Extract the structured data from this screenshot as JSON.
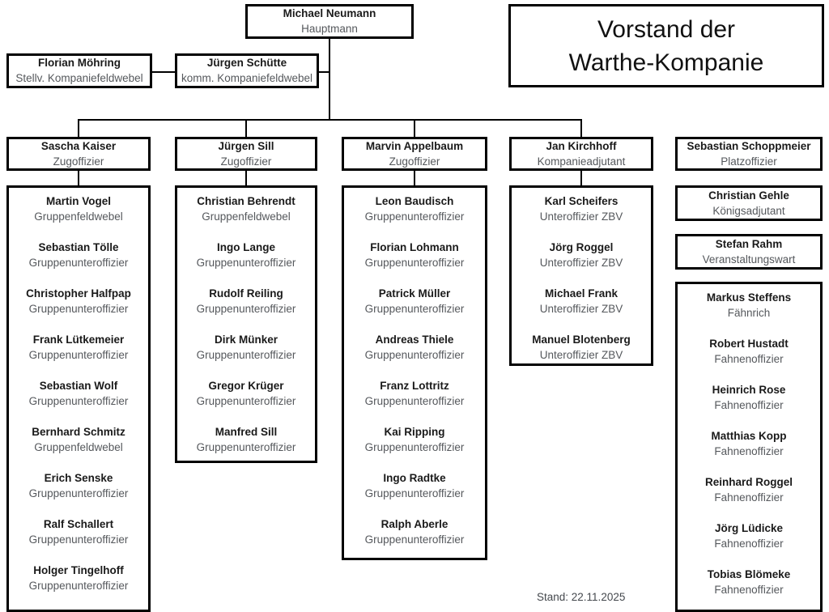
{
  "title": {
    "line1": "Vorstand der",
    "line2": "Warthe-Kompanie"
  },
  "commander": {
    "name": "Michael Neumann",
    "rank": "Hauptmann"
  },
  "staff": [
    {
      "name": "Florian Möhring",
      "rank": "Stellv. Kompaniefeldwebel"
    },
    {
      "name": "Jürgen Schütte",
      "rank": "komm. Kompaniefeldwebel"
    }
  ],
  "heads": [
    {
      "name": "Sascha Kaiser",
      "rank": "Zugoffizier"
    },
    {
      "name": "Jürgen Sill",
      "rank": "Zugoffizier"
    },
    {
      "name": "Marvin Appelbaum",
      "rank": "Zugoffizier"
    },
    {
      "name": "Jan Kirchhoff",
      "rank": "Kompanieadjutant"
    },
    {
      "name": "Sebastian Schoppmeier",
      "rank": "Platzoffizier"
    }
  ],
  "columns": [
    {
      "members": [
        {
          "name": "Martin Vogel",
          "rank": "Gruppenfeldwebel"
        },
        {
          "name": "Sebastian Tölle",
          "rank": "Gruppenunteroffizier"
        },
        {
          "name": "Christopher Halfpap",
          "rank": "Gruppenunteroffizier"
        },
        {
          "name": "Frank Lütkemeier",
          "rank": "Gruppenunteroffizier"
        },
        {
          "name": "Sebastian Wolf",
          "rank": "Gruppenunteroffizier"
        },
        {
          "name": "Bernhard Schmitz",
          "rank": "Gruppenfeldwebel"
        },
        {
          "name": "Erich Senske",
          "rank": "Gruppenunteroffizier"
        },
        {
          "name": "Ralf Schallert",
          "rank": "Gruppenunteroffizier"
        },
        {
          "name": "Holger Tingelhoff",
          "rank": "Gruppenunteroffizier"
        }
      ]
    },
    {
      "members": [
        {
          "name": "Christian Behrendt",
          "rank": "Gruppenfeldwebel"
        },
        {
          "name": "Ingo Lange",
          "rank": "Gruppenunteroffizier"
        },
        {
          "name": "Rudolf Reiling",
          "rank": "Gruppenunteroffizier"
        },
        {
          "name": "Dirk Münker",
          "rank": "Gruppenunteroffizier"
        },
        {
          "name": "Gregor Krüger",
          "rank": "Gruppenunteroffizier"
        },
        {
          "name": "Manfred Sill",
          "rank": "Gruppenunteroffizier"
        }
      ]
    },
    {
      "members": [
        {
          "name": "Leon Baudisch",
          "rank": "Gruppenunteroffizier"
        },
        {
          "name": "Florian Lohmann",
          "rank": "Gruppenunteroffizier"
        },
        {
          "name": "Patrick Müller",
          "rank": "Gruppenunteroffizier"
        },
        {
          "name": "Andreas Thiele",
          "rank": "Gruppenunteroffizier"
        },
        {
          "name": "Franz Lottritz",
          "rank": "Gruppenunteroffizier"
        },
        {
          "name": "Kai Ripping",
          "rank": "Gruppenunteroffizier"
        },
        {
          "name": "Ingo Radtke",
          "rank": "Gruppenunteroffizier"
        },
        {
          "name": "Ralph Aberle",
          "rank": "Gruppenunteroffizier"
        }
      ]
    },
    {
      "members": [
        {
          "name": "Karl Scheifers",
          "rank": "Unteroffizier ZBV"
        },
        {
          "name": "Jörg Roggel",
          "rank": "Unteroffizier ZBV"
        },
        {
          "name": "Michael Frank",
          "rank": "Unteroffizier ZBV"
        },
        {
          "name": "Manuel Blotenberg",
          "rank": "Unteroffizier ZBV"
        }
      ]
    }
  ],
  "aside": {
    "koenigsadjutant": {
      "name": "Christian Gehle",
      "rank": "Königsadjutant"
    },
    "veranstaltungswart": {
      "name": "Stefan Rahm",
      "rank": "Veranstaltungswart"
    },
    "fahnen": {
      "members": [
        {
          "name": "Markus Steffens",
          "rank": "Fähnrich"
        },
        {
          "name": "Robert Hustadt",
          "rank": "Fahnenoffizier"
        },
        {
          "name": "Heinrich Rose",
          "rank": "Fahnenoffizier"
        },
        {
          "name": "Matthias Kopp",
          "rank": "Fahnenoffizier"
        },
        {
          "name": "Reinhard Roggel",
          "rank": "Fahnenoffizier"
        },
        {
          "name": "Jörg Lüdicke",
          "rank": "Fahnenoffizier"
        },
        {
          "name": "Tobias Blömeke",
          "rank": "Fahnenoffizier"
        }
      ]
    }
  },
  "footer": {
    "stand": "Stand: 22.11.2025"
  }
}
